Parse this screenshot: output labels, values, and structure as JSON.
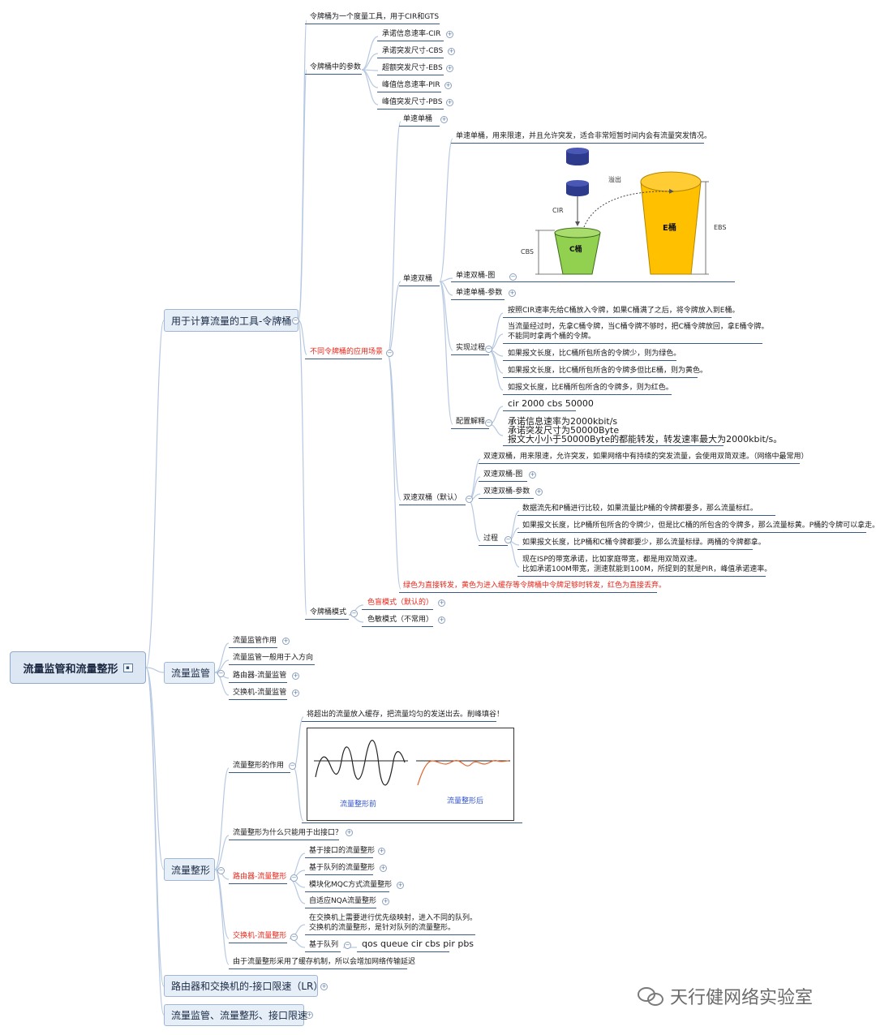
{
  "root": {
    "label": "流量监管和流量整形"
  },
  "branch_bucket": {
    "label": "用于计算流量的工具-令牌桶",
    "desc": "令牌桶为一个度量工具，用于CIR和GTS",
    "params_label": "令牌桶中的参数",
    "params": [
      "承诺信息速率-CIR",
      "承诺突发尺寸-CBS",
      "超额突发尺寸-EBS",
      "峰值信息速率-PIR",
      "峰值突发尺寸-PBS"
    ],
    "scenarios_label": "不同令牌桶的应用场景",
    "single_single": "单速单桶",
    "single_double": {
      "label": "单速双桶",
      "desc": "单速单桶，用来限速，并且允许突发，适合非常短暂时间内会有流量突发情况。",
      "figure_label": "单速双桶-图",
      "figure": {
        "overflow": "溢出",
        "cir": "CIR",
        "cbs": "CBS",
        "ebs": "EBS",
        "c_bucket": "C桶",
        "e_bucket": "E桶"
      },
      "param_label": "单速单桶-参数",
      "process_label": "实现过程",
      "process": [
        "按照CIR速率先给C桶放入令牌，如果C桶满了之后，将令牌放入到E桶。",
        "当流量经过时，先拿C桶令牌，当C桶令牌不够时，把C桶令牌放回，拿E桶令牌。",
        "不能同时拿两个桶的令牌。",
        "如果报文长度，比C桶所包所含的令牌少，则为绿色。",
        "如果报文长度，比C桶所包所含的令牌多但比E桶，则为黄色。",
        "如报文长度，比E桶所包所含的令牌多，则为红色。"
      ],
      "config_label": "配置解释",
      "config": [
        "cir 2000 cbs 50000",
        "承诺信息速率为2000kbit/s",
        "承诺突发尺寸为50000Byte",
        "报文大小小于50000Byte的都能转发，转发速率最大为2000kbit/s。"
      ]
    },
    "double_double": {
      "label": "双速双桶（默认）",
      "desc": "双速双桶，用来限速，允许突发，如果网络中有持续的突发流量，会使用双简双速。（网络中最常用）",
      "figure_label": "双速双桶-图",
      "param_label": "双速双桶-参数",
      "process_label": "过程",
      "process": [
        "数据流先和P桶进行比较，如果流量比P桶的令牌都要多，那么流量标红。",
        "如果报文长度，比P桶所包所含的令牌少，但是比C桶的所包含的令牌多，那么流量标黄。P桶的令牌可以拿走。",
        "如果报文长度，比P桶和C桶令牌都要少，那么流量标绿。两桶的令牌都拿。",
        "现在ISP的带宽承诺，比如家庭带宽，都是用双简双速。",
        "比如承诺100M带宽，测速就能到100M，所提到的就是PIR，峰值承诺速率。"
      ]
    },
    "color_note": "绿色为直接转发，黄色为进入缓存等令牌桶中令牌足够时转发，红色为直接丢弃。",
    "mode_label": "令牌桶模式",
    "modes": [
      "色盲模式（默认的）",
      "色敏模式（不常用）"
    ]
  },
  "branch_police": {
    "label": "流量监管",
    "items": [
      "流量监管作用",
      "流量监管一般用于入方向",
      "路由器-流量监管",
      "交换机-流量监管"
    ]
  },
  "branch_shape": {
    "label": "流量整形",
    "effect_label": "流量整形的作用",
    "effect_desc": "将超出的流量放入缓存，把流量均匀的发送出去。削峰填谷！",
    "before": "流量整形前",
    "after": "流量整形后",
    "why_out": "流量整形为什么只能用于出接口？",
    "router_label": "路由器-流量整形",
    "router_items": [
      "基于接口的流量整形",
      "基于队列的流量整形",
      "模块化MQC方式流量整形",
      "自适应NQA流量整形"
    ],
    "switch_label": "交换机-流量整形",
    "switch_desc1": "在交换机上需要进行优先级映射，进入不同的队列。",
    "switch_desc2": "交换机的流量整形，是针对队列的流量整形。",
    "queue_label": "基于队列",
    "queue_cmd": "qos queue cir cbs pir pbs",
    "delay_note": "由于流量整形采用了缓存机制，所以会增加网络传输延迟"
  },
  "branch_lr": {
    "label": "路由器和交换机的-接口限速（LR）"
  },
  "branch_compare": {
    "label": "流量监管、流量整形、接口限速"
  },
  "watermark": "天行健网络实验室",
  "colors": {
    "link": "#b7c9e2",
    "underline": "#3b5b86",
    "red": "#e8261a",
    "c_bucket": "#92d050",
    "e_bucket": "#ffc000",
    "token": "#2e3a8c"
  }
}
